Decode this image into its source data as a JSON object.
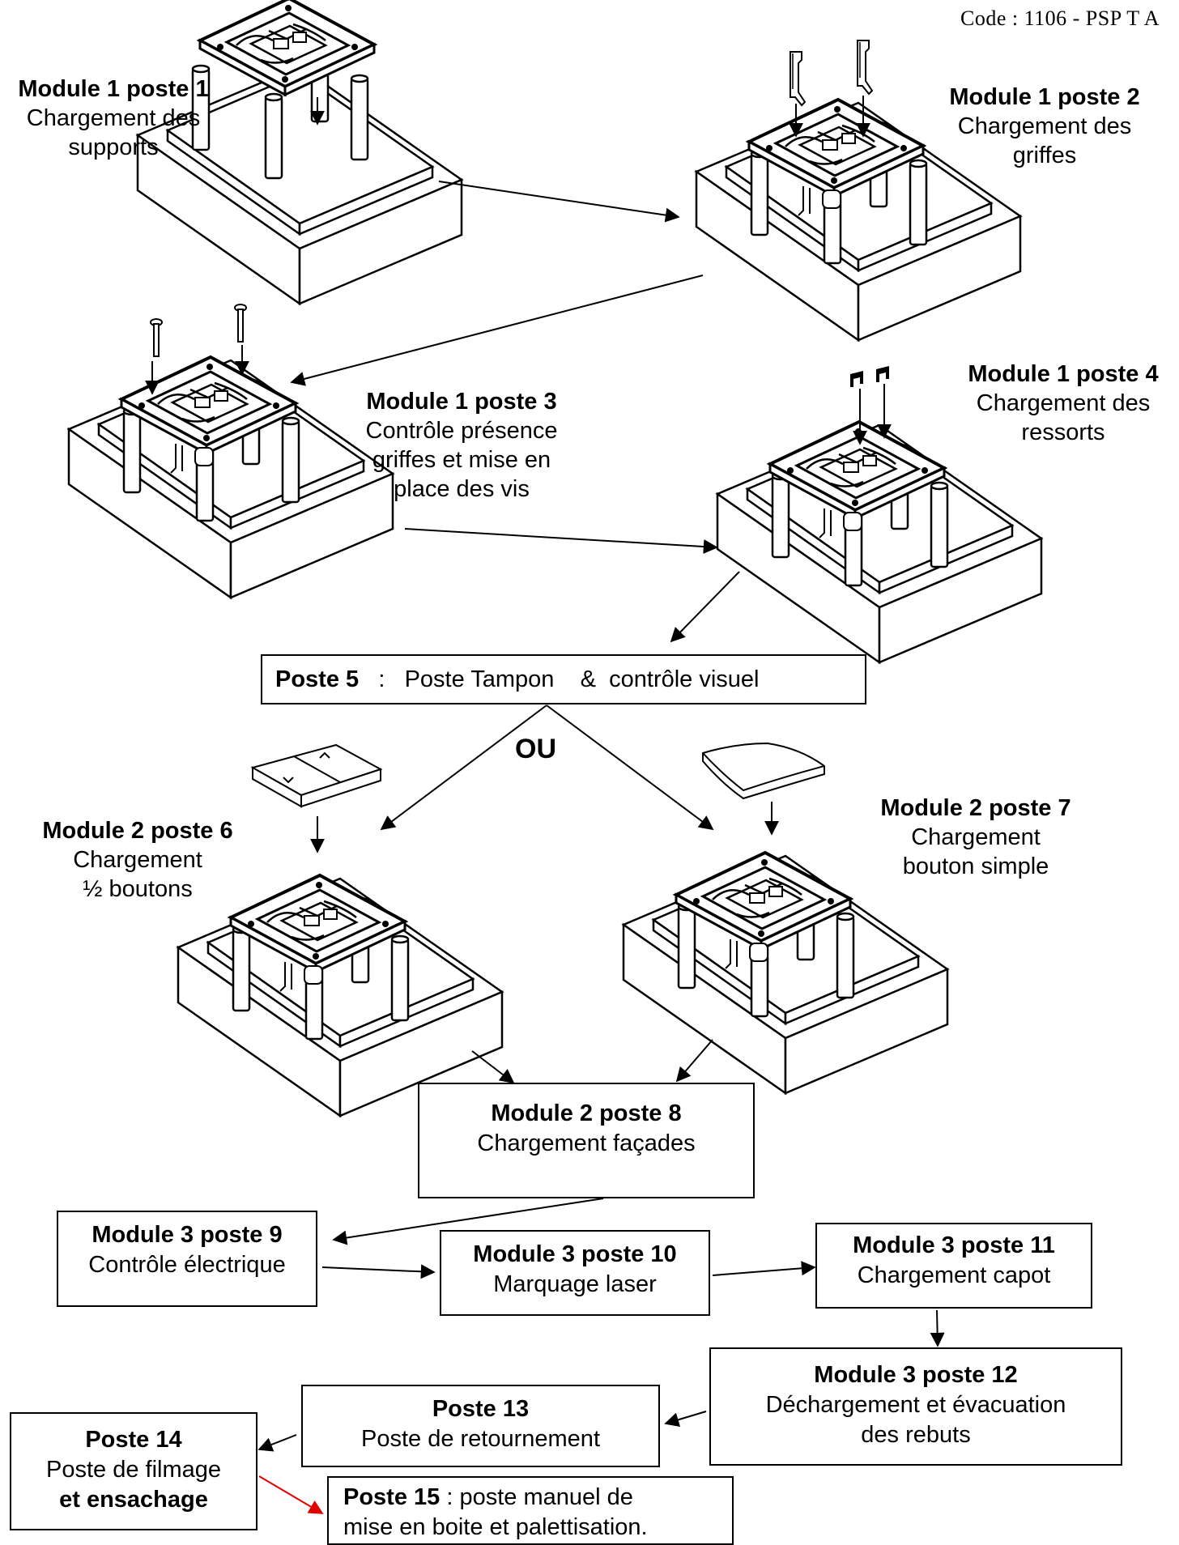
{
  "header": {
    "code": "Code : 1106 - PSP   T  A"
  },
  "steps": {
    "m1p1": {
      "title": "Module 1 poste 1",
      "line1": "Chargement des",
      "line2": "supports"
    },
    "m1p2": {
      "title": "Module 1 poste 2",
      "line1": "Chargement des",
      "line2": "griffes"
    },
    "m1p3": {
      "title": "Module 1 poste 3",
      "line1": "Contrôle présence",
      "line2": "griffes et mise en",
      "line3": "place des vis"
    },
    "m1p4": {
      "title": "Module 1 poste 4",
      "line1": "Chargement des",
      "line2": "ressorts"
    },
    "p5": {
      "title": "Poste 5",
      "sep": "   :   ",
      "text": "Poste Tampon    &  contrôle visuel"
    },
    "or_label": "OU",
    "m2p6": {
      "title": "Module 2 poste 6",
      "line1": "Chargement",
      "line2": "½ boutons"
    },
    "m2p7": {
      "title": "Module 2 poste 7",
      "line1": "Chargement",
      "line2": "bouton simple"
    },
    "m2p8": {
      "title": "Module 2 poste 8",
      "line1": "Chargement façades"
    },
    "m3p9": {
      "title": "Module 3 poste 9",
      "line1": "Contrôle électrique"
    },
    "m3p10": {
      "title": "Module 3 poste 10",
      "line1": "Marquage laser"
    },
    "m3p11": {
      "title": "Module 3 poste 11",
      "line1": "Chargement capot"
    },
    "m3p12": {
      "title": "Module 3 poste 12",
      "line1": "Déchargement  et évacuation",
      "line2": "des rebuts"
    },
    "p13": {
      "title": "Poste 13",
      "line1": "Poste de retournement"
    },
    "p14": {
      "title": "Poste 14",
      "line1": "Poste de filmage",
      "line2": "et ensachage"
    },
    "p15": {
      "title": "Poste  15",
      "line1": " : poste manuel de",
      "line2": "mise en boite et palettisation."
    }
  },
  "colors": {
    "ink": "#000000",
    "highlight_arrow": "#e00000",
    "face_top": "#ffffff",
    "face_side": "#ffffff"
  }
}
